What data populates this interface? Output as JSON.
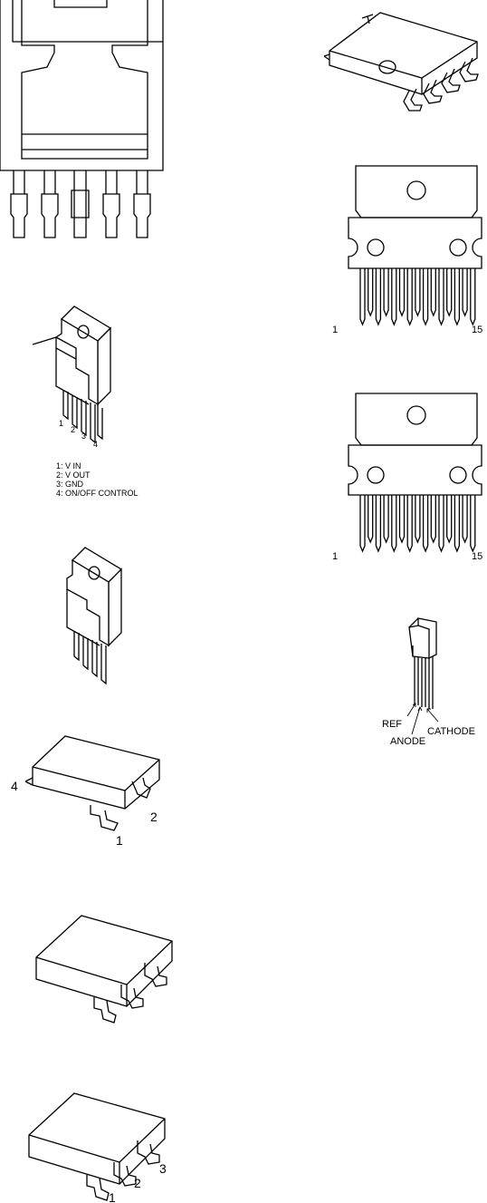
{
  "packages": {
    "to220_4pin": {
      "pins": [
        "1",
        "2",
        "3",
        "4"
      ],
      "legend": [
        "1: V IN",
        "2: V OUT",
        "3: GND",
        "4: ON/OFF CONTROL"
      ]
    },
    "zip15_a": {
      "first_pin": "1",
      "last_pin": "15"
    },
    "zip15_b": {
      "first_pin": "1",
      "last_pin": "15"
    },
    "to92": {
      "ref": "REF",
      "anode": "ANODE",
      "cathode": "CATHODE"
    },
    "sot89": {
      "pin_left": "4",
      "pin_front": "1",
      "pin_right": "2"
    },
    "sot23_6": {},
    "sot23_3": {
      "pins": [
        "1",
        "2",
        "3"
      ]
    }
  }
}
